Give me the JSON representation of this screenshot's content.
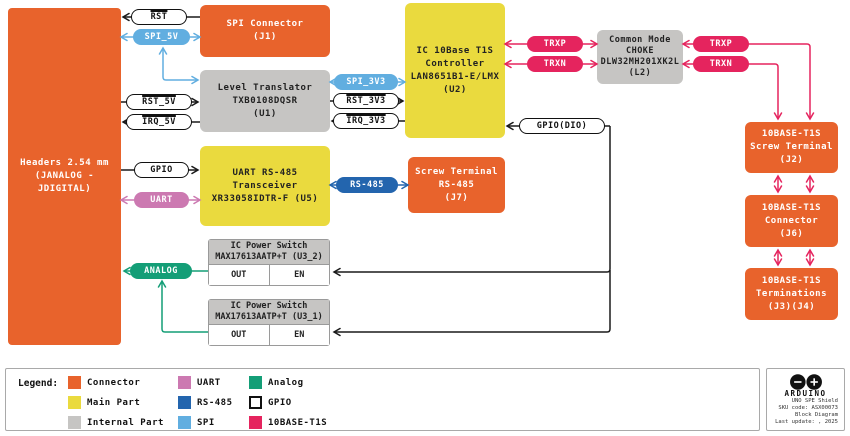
{
  "diagram": {
    "blocks": {
      "headers": {
        "line1": "Headers 2.54 mm",
        "line2": "(JANALOG - JDIGITAL)"
      },
      "j1": {
        "line1": "SPI Connector",
        "line2": "(J1)"
      },
      "u1": {
        "line1": "Level Translator",
        "line2": "TXB0108DQSR",
        "line3": "(U1)"
      },
      "u2": {
        "line1": "IC 10Base T1S",
        "line2": "Controller",
        "line3": "LAN8651B1-E/LMX",
        "line4": "(U2)"
      },
      "l2": {
        "line1": "Common Mode",
        "line2": "CHOKE",
        "line3": "DLW32MH201XK2L",
        "line4": "(L2)"
      },
      "u5": {
        "line1": "UART RS-485",
        "line2": "Transceiver",
        "line3": "XR33058IDTR-F (U5)"
      },
      "j7": {
        "line1": "Screw Terminal",
        "line2": "RS-485",
        "line3": "(J7)"
      },
      "u3_2": {
        "line1": "IC Power Switch",
        "line2": "MAX17613AATP+T (U3_2)",
        "out": "OUT",
        "en": "EN"
      },
      "u3_1": {
        "line1": "IC Power Switch",
        "line2": "MAX17613AATP+T (U3_1)",
        "out": "OUT",
        "en": "EN"
      },
      "j2": {
        "line1": "10BASE-T1S",
        "line2": "Screw Terminal",
        "line3": "(J2)"
      },
      "j6": {
        "line1": "10BASE-T1S",
        "line2": "Connector",
        "line3": "(J6)"
      },
      "j3j4": {
        "line1": "10BASE-T1S",
        "line2": "Terminations",
        "line3": "(J3)(J4)"
      }
    },
    "signals": {
      "rst": "RST",
      "spi_5v": "SPI_5V",
      "rst_5v": "RST_5V",
      "irq_5v": "IRQ_5V",
      "spi_3v3": "SPI_3V3",
      "rst_3v3": "RST_3V3",
      "irq_3v3": "IRQ_3V3",
      "trxp": "TRXP",
      "trxn": "TRXN",
      "gpio": "GPIO",
      "uart": "UART",
      "rs485": "RS-485",
      "analog": "ANALOG",
      "gpio_dio": "GPIO(DIO)"
    }
  },
  "legend": {
    "title": "Legend:",
    "items": [
      {
        "label": "Connector",
        "color": "#E8632C"
      },
      {
        "label": "Main Part",
        "color": "#EADA3E"
      },
      {
        "label": "Internal Part",
        "color": "#C6C5C3"
      },
      {
        "label": "UART",
        "color": "#CC79B1"
      },
      {
        "label": "RS-485",
        "color": "#2365AE"
      },
      {
        "label": "SPI",
        "color": "#61AEE0"
      },
      {
        "label": "Analog",
        "color": "#149E77"
      },
      {
        "label": "GPIO",
        "color": "#FFFFFF"
      },
      {
        "label": "10BASE-T1S",
        "color": "#E5245E"
      }
    ]
  },
  "footer": {
    "brand": "ARDUINO",
    "product": "UNO SPE Shield",
    "sku": "SKU code: ASX00073",
    "doc": "Block Diagram",
    "updated": "Last update: , 2025"
  },
  "colors": {
    "connector": "#E8632C",
    "main_part": "#EADA3E",
    "internal_part": "#C6C5C3",
    "uart": "#CC79B1",
    "rs485": "#2365AE",
    "spi": "#61AEE0",
    "analog": "#149E77",
    "gpio": "#FFFFFF",
    "t1s": "#E5245E",
    "wire": "#1A1A1A"
  }
}
